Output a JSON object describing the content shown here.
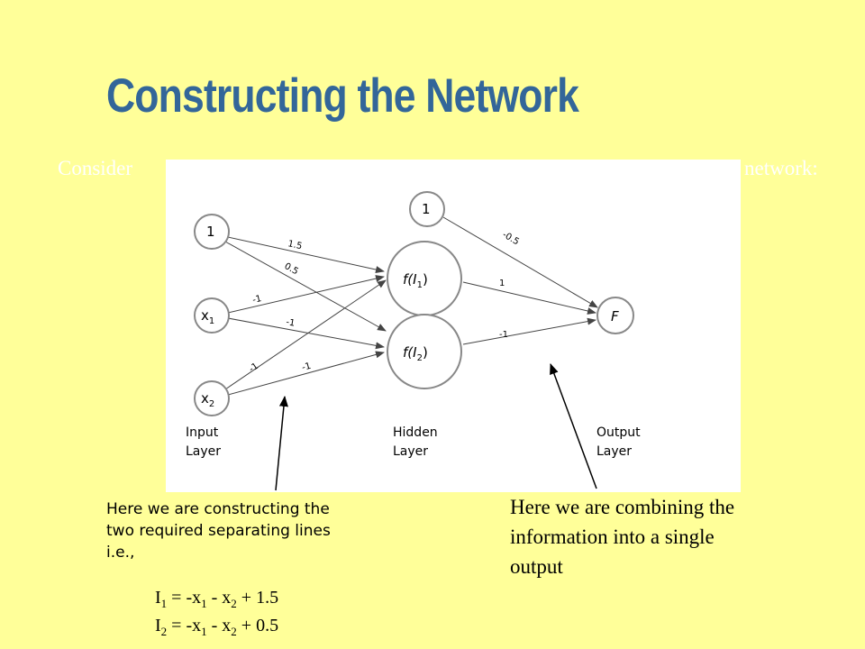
{
  "title": "Constructing the Network",
  "ghost": {
    "left": "Consider",
    "right": "network:"
  },
  "diagram": {
    "nodes": {
      "bias_in": "1",
      "x1": "x",
      "x1_sub": "1",
      "x2": "x",
      "x2_sub": "2",
      "bias_hidden": "1",
      "h1_pre": "f(I",
      "h1_sub": "1",
      "h1_post": ")",
      "h2_pre": "f(I",
      "h2_sub": "2",
      "h2_post": ")",
      "out": "F"
    },
    "weights": {
      "b_h1": "1.5",
      "b_h2": "0.5",
      "x1_h1": "-1",
      "x1_h2": "-1",
      "x2_h1": "-1",
      "x2_h2": "-1",
      "bh_out": "-0.5",
      "h1_out": "1",
      "h2_out": "-1"
    },
    "layers": {
      "input_1": "Input",
      "input_2": "Layer",
      "hidden_1": "Hidden",
      "hidden_2": "Layer",
      "output_1": "Output",
      "output_2": "Layer"
    }
  },
  "note_left": {
    "line1": "Here we are constructing the",
    "line2": "two required separating lines",
    "line3": "i.e.,",
    "eq1": {
      "i": "I",
      "i_sub": "1",
      "eq": " = -x",
      "a_sub": "1",
      "minus": " - x",
      "b_sub": "2",
      "const": " + 1.5"
    },
    "eq2": {
      "i": "I",
      "i_sub": "2",
      "eq": " = -x",
      "a_sub": "1",
      "minus": " - x",
      "b_sub": "2",
      "const": " + 0.5"
    }
  },
  "note_right": {
    "line1": "Here we are combining the",
    "line2": "information into a single",
    "line3": "output"
  }
}
